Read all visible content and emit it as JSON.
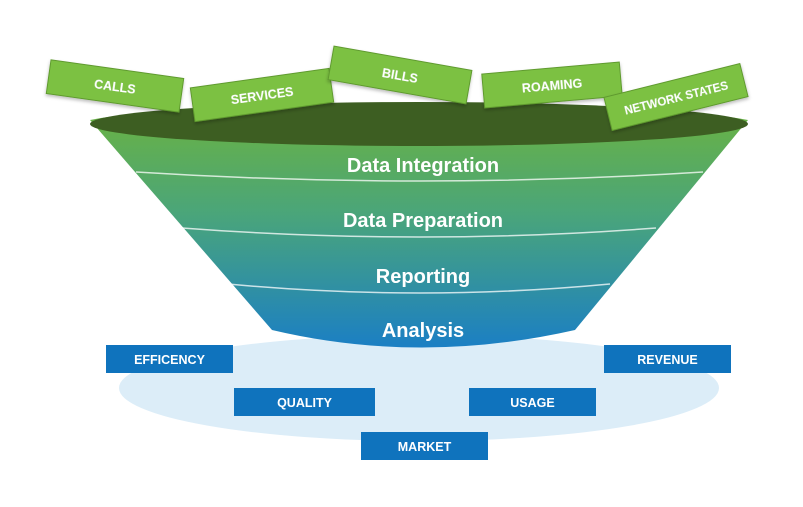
{
  "funnel": {
    "stages": [
      {
        "label": "Data Integration"
      },
      {
        "label": "Data Preparation"
      },
      {
        "label": "Reporting"
      },
      {
        "label": "Analysis"
      }
    ],
    "colors": {
      "top": "#6cb33f",
      "bottom": "#1b7fc4",
      "rim": "#3d5e22",
      "ellipse": "#dcedf8"
    }
  },
  "inputs": [
    {
      "label": "CALLS"
    },
    {
      "label": "SERVICES"
    },
    {
      "label": "BILLS"
    },
    {
      "label": "ROAMING"
    },
    {
      "label": "NETWORK STATES"
    }
  ],
  "outputs": [
    {
      "label": "EFFICENCY"
    },
    {
      "label": "REVENUE"
    },
    {
      "label": "QUALITY"
    },
    {
      "label": "USAGE"
    },
    {
      "label": "MARKET"
    }
  ],
  "tag_colors": {
    "green": "#7cc142",
    "green_border": "#5e9a2e",
    "blue": "#0f73bd"
  }
}
